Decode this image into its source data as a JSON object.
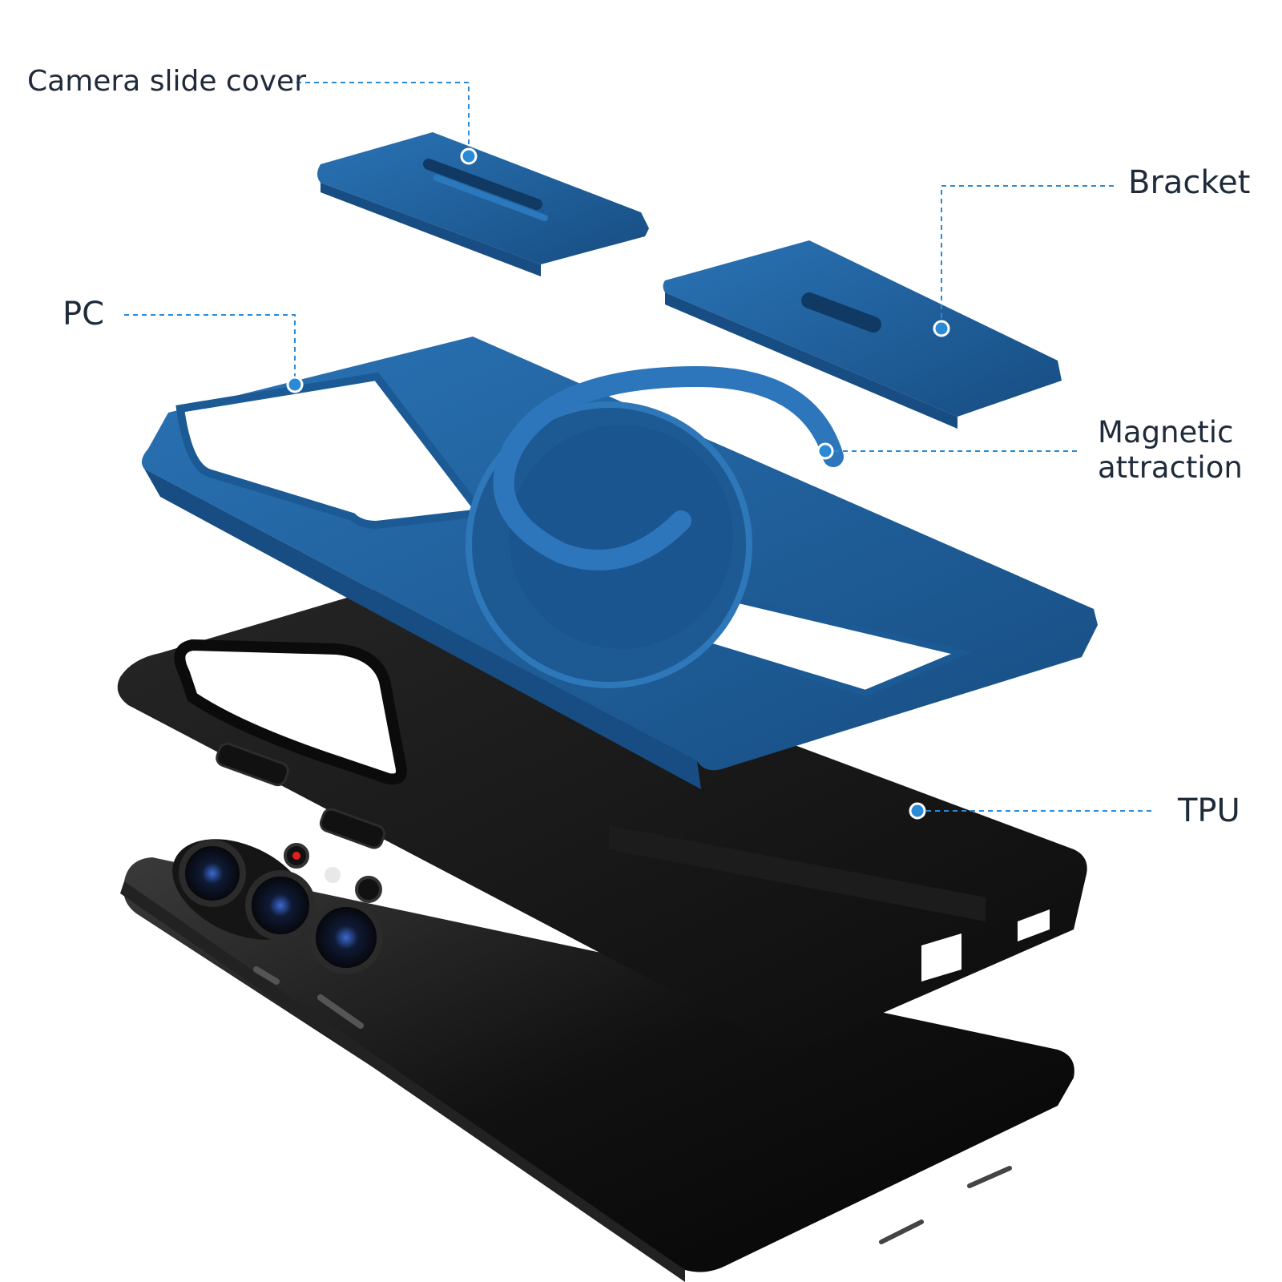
{
  "callouts": {
    "camera_slide_cover": "Camera slide cover",
    "bracket": "Bracket",
    "pc": "PC",
    "magnetic_attraction_line1": "Magnetic",
    "magnetic_attraction_line2": "attraction",
    "tpu": "TPU"
  },
  "colors": {
    "blue_part": "#1f5f9c",
    "blue_dark": "#164a7d",
    "blue_light": "#2a73b5",
    "black_part": "#141414",
    "leader_line": "#2a8ad6",
    "label_text": "#1f2b3a"
  }
}
